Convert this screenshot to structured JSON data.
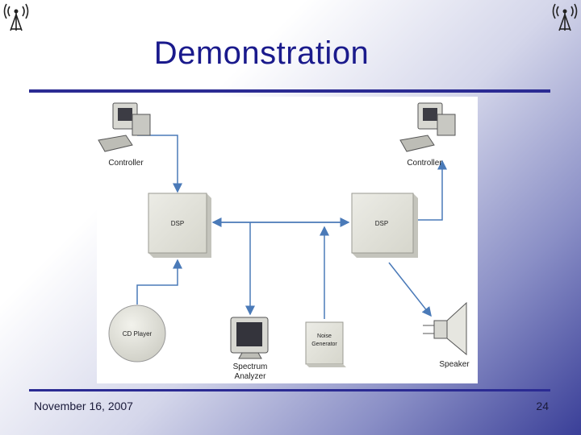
{
  "slide": {
    "title": "Demonstration",
    "footer_date": "November 16, 2007",
    "page_number": "24"
  },
  "diagram": {
    "controller_left": "Controller",
    "controller_right": "Controller",
    "dsp_left": "DSP",
    "dsp_right": "DSP",
    "cd_player": "CD Player",
    "spectrum_analyzer_line1": "Spectrum",
    "spectrum_analyzer_line2": "Analyzer",
    "noise_generator_line1": "Noise",
    "noise_generator_line2": "Generator",
    "speaker": "Speaker"
  },
  "colors": {
    "title": "#1a1a8c",
    "rule": "#2b2b93",
    "connector": "#4a7ab8",
    "box_fill": "#e3e3dc"
  },
  "icons": [
    "antenna-tower-icon",
    "computer-icon",
    "monitor-icon",
    "speaker-icon"
  ]
}
